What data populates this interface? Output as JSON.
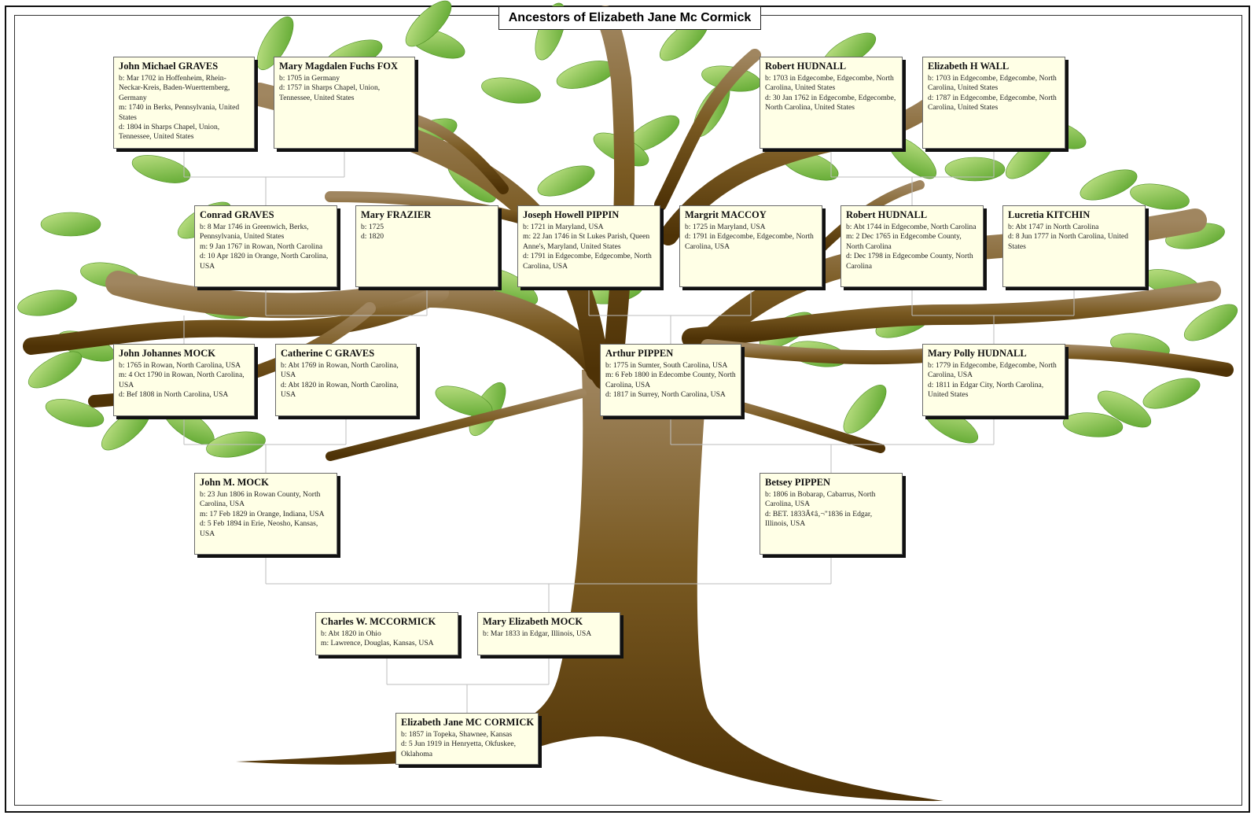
{
  "title": "Ancestors of Elizabeth Jane Mc Cormick",
  "colors": {
    "box_fill": "#ffffe6",
    "trunk": "#6b4a14",
    "leaf": "#7ac142",
    "line": "#bbbbbb"
  },
  "people": [
    {
      "name": "John Michael GRAVES",
      "lines": [
        "b: Mar 1702 in Hoffenheim, Rhein-Neckar-Kreis, Baden-Wuerttemberg, Germany",
        "m: 1740 in Berks, Pennsylvania, United States",
        "d: 1804 in Sharps Chapel, Union, Tennessee, United States"
      ]
    },
    {
      "name": "Mary Magdalen Fuchs FOX",
      "lines": [
        "b: 1705 in Germany",
        "d: 1757 in Sharps Chapel, Union, Tennessee, United States"
      ]
    },
    {
      "name": "Robert HUDNALL",
      "lines": [
        "b: 1703 in Edgecombe, Edgecombe, North Carolina, United States",
        "d: 30 Jan 1762 in Edgecombe, Edgecombe, North Carolina, United States"
      ]
    },
    {
      "name": "Elizabeth H WALL",
      "lines": [
        "b: 1703 in Edgecombe, Edgecombe, North Carolina, United States",
        "d: 1787 in Edgecombe, Edgecombe, North Carolina, United States"
      ]
    },
    {
      "name": "Conrad GRAVES",
      "lines": [
        "b: 8 Mar 1746 in Greenwich, Berks, Pennsylvania, United States",
        "m: 9 Jan 1767 in Rowan, North Carolina",
        "d: 10 Apr 1820 in Orange, North Carolina, USA"
      ]
    },
    {
      "name": "Mary FRAZIER",
      "lines": [
        "b: 1725",
        "d: 1820"
      ]
    },
    {
      "name": "Joseph Howell PIPPIN",
      "lines": [
        "b: 1721 in Maryland, USA",
        "m: 22 Jan 1746 in St Lukes Parish, Queen Anne's, Maryland, United States",
        "d: 1791 in Edgecombe, Edgecombe, North Carolina, USA"
      ]
    },
    {
      "name": "Margrit MACCOY",
      "lines": [
        "b: 1725 in Maryland, USA",
        "d: 1791 in Edgecombe, Edgecombe, North Carolina, USA"
      ]
    },
    {
      "name": "Robert HUDNALL",
      "lines": [
        "b: Abt 1744 in Edgecombe, North Carolina",
        "m: 2 Dec 1765 in Edgecombe County, North Carolina",
        "d: Dec 1798 in Edgecombe County, North Carolina"
      ]
    },
    {
      "name": "Lucretia KITCHIN",
      "lines": [
        "b: Abt 1747 in North Carolina",
        "d: 8 Jun 1777 in North Carolina, United States"
      ]
    },
    {
      "name": "John Johannes MOCK",
      "lines": [
        "b: 1765 in Rowan, North Carolina, USA",
        "m: 4 Oct 1790 in Rowan, North Carolina, USA",
        "d: Bef 1808 in North Carolina, USA"
      ]
    },
    {
      "name": "Catherine C GRAVES",
      "lines": [
        "b: Abt 1769 in Rowan, North Carolina, USA",
        "d: Abt 1820 in Rowan, North Carolina, USA"
      ]
    },
    {
      "name": "Arthur PIPPEN",
      "lines": [
        "b: 1775 in Sumter, South Carolina, USA",
        "m: 6 Feb 1800 in Edecombe County, North Carolina, USA",
        "d: 1817 in Surrey, North Carolina, USA"
      ]
    },
    {
      "name": "Mary Polly HUDNALL",
      "lines": [
        "b: 1779 in Edgecombe, Edgecombe, North Carolina, USA",
        "d: 1811 in Edgar City, North Carolina, United States"
      ]
    },
    {
      "name": "John M. MOCK",
      "lines": [
        "b: 23 Jun 1806 in Rowan County, North Carolina, USA",
        "m: 17 Feb 1829 in Orange, Indiana, USA",
        "d: 5 Feb 1894 in Erie, Neosho, Kansas, USA"
      ]
    },
    {
      "name": "Betsey PIPPEN",
      "lines": [
        "b: 1806 in Bobarap, Cabarrus, North Carolina, USA",
        "d: BET. 1833Ã¢â‚¬\"1836 in Edgar, Illinois, USA"
      ]
    },
    {
      "name": "Charles W. MCCORMICK",
      "lines": [
        "b: Abt 1820 in Ohio",
        "m: Lawrence, Douglas, Kansas, USA"
      ]
    },
    {
      "name": "Mary Elizabeth MOCK",
      "lines": [
        "b: Mar 1833 in Edgar, Illinois, USA"
      ]
    },
    {
      "name": "Elizabeth Jane MC CORMICK",
      "lines": [
        "b: 1857 in Topeka, Shawnee, Kansas",
        "d: 5 Jun 1919 in Henryetta, Okfuskee, Oklahoma"
      ]
    }
  ]
}
